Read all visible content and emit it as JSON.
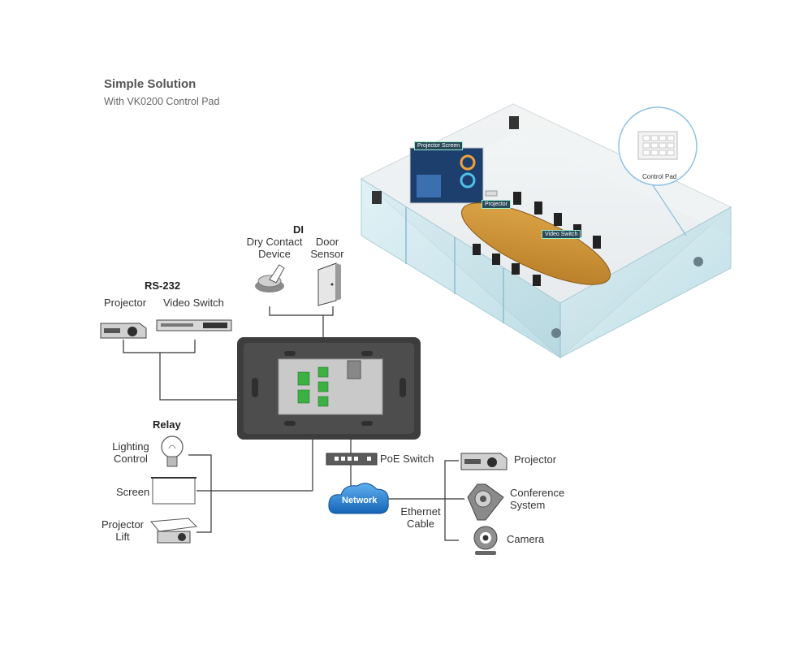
{
  "title": "Simple Solution",
  "subtitle": "With VK0200 Control Pad",
  "groups": {
    "di": "DI",
    "rs232": "RS-232",
    "relay": "Relay"
  },
  "di_items": {
    "dry_contact": [
      "Dry Contact",
      "Device"
    ],
    "door_sensor": [
      "Door",
      "Sensor"
    ]
  },
  "rs232_items": {
    "projector": "Projector",
    "video_switch": "Video Switch"
  },
  "relay_items": {
    "lighting": [
      "Lighting",
      "Control"
    ],
    "screen": "Screen",
    "projector_lift": [
      "Projector",
      "Lift"
    ]
  },
  "network": {
    "poe_switch": "PoE Switch",
    "network": "Network",
    "ethernet_cable": [
      "Ethernet",
      "Cable"
    ],
    "projector": "Projector",
    "conference": [
      "Conference",
      "System"
    ],
    "camera": "Camera"
  },
  "room_tags": {
    "projector_screen": "Projector Screen",
    "projector": "Projector",
    "video_switch": "Video Switch",
    "control_pad": "Control Pad"
  },
  "colors": {
    "line": "#333333",
    "panel": "#4a4a4a",
    "terminal": "#3cb043",
    "cloud": "#1f7fd1",
    "glass": "#b8dde6",
    "table": "#c8902e"
  }
}
